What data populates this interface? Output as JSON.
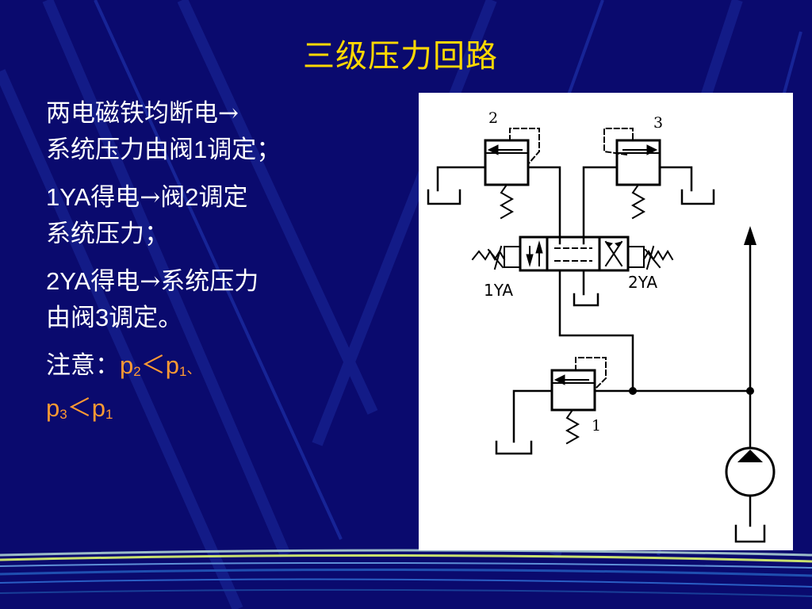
{
  "slide": {
    "title": "三级压力回路",
    "lines": {
      "l1": "两电磁铁均断电→",
      "l2a": "系统压力由阀",
      "l2b": "1",
      "l2c": "调定；",
      "l3a": "1YA",
      "l3b": "得电→阀",
      "l3c": "2",
      "l3d": "调定",
      "l4": "系统压力；",
      "l5a": "2YA",
      "l5b": "得电→系统压力",
      "l6a": "由阀",
      "l6b": "3",
      "l6c": "调定。",
      "note_label": "注意：",
      "note1_p": "p",
      "note1_s1": "2",
      "note1_lt": "＜",
      "note1_p2": "p",
      "note1_s2": "1",
      "note1_sep": "、",
      "note2_p": "p",
      "note2_s1": "3",
      "note2_lt": "＜",
      "note2_p2": "p",
      "note2_s2": "1"
    }
  },
  "diagram": {
    "valve2_label": "2",
    "valve3_label": "3",
    "valve1_label": "1",
    "solenoid1_label": "1YA",
    "solenoid2_label": "2YA"
  },
  "colors": {
    "background": "#0a0a6e",
    "title": "#ffd800",
    "text": "#ffffff",
    "accent": "#ff9a33"
  }
}
